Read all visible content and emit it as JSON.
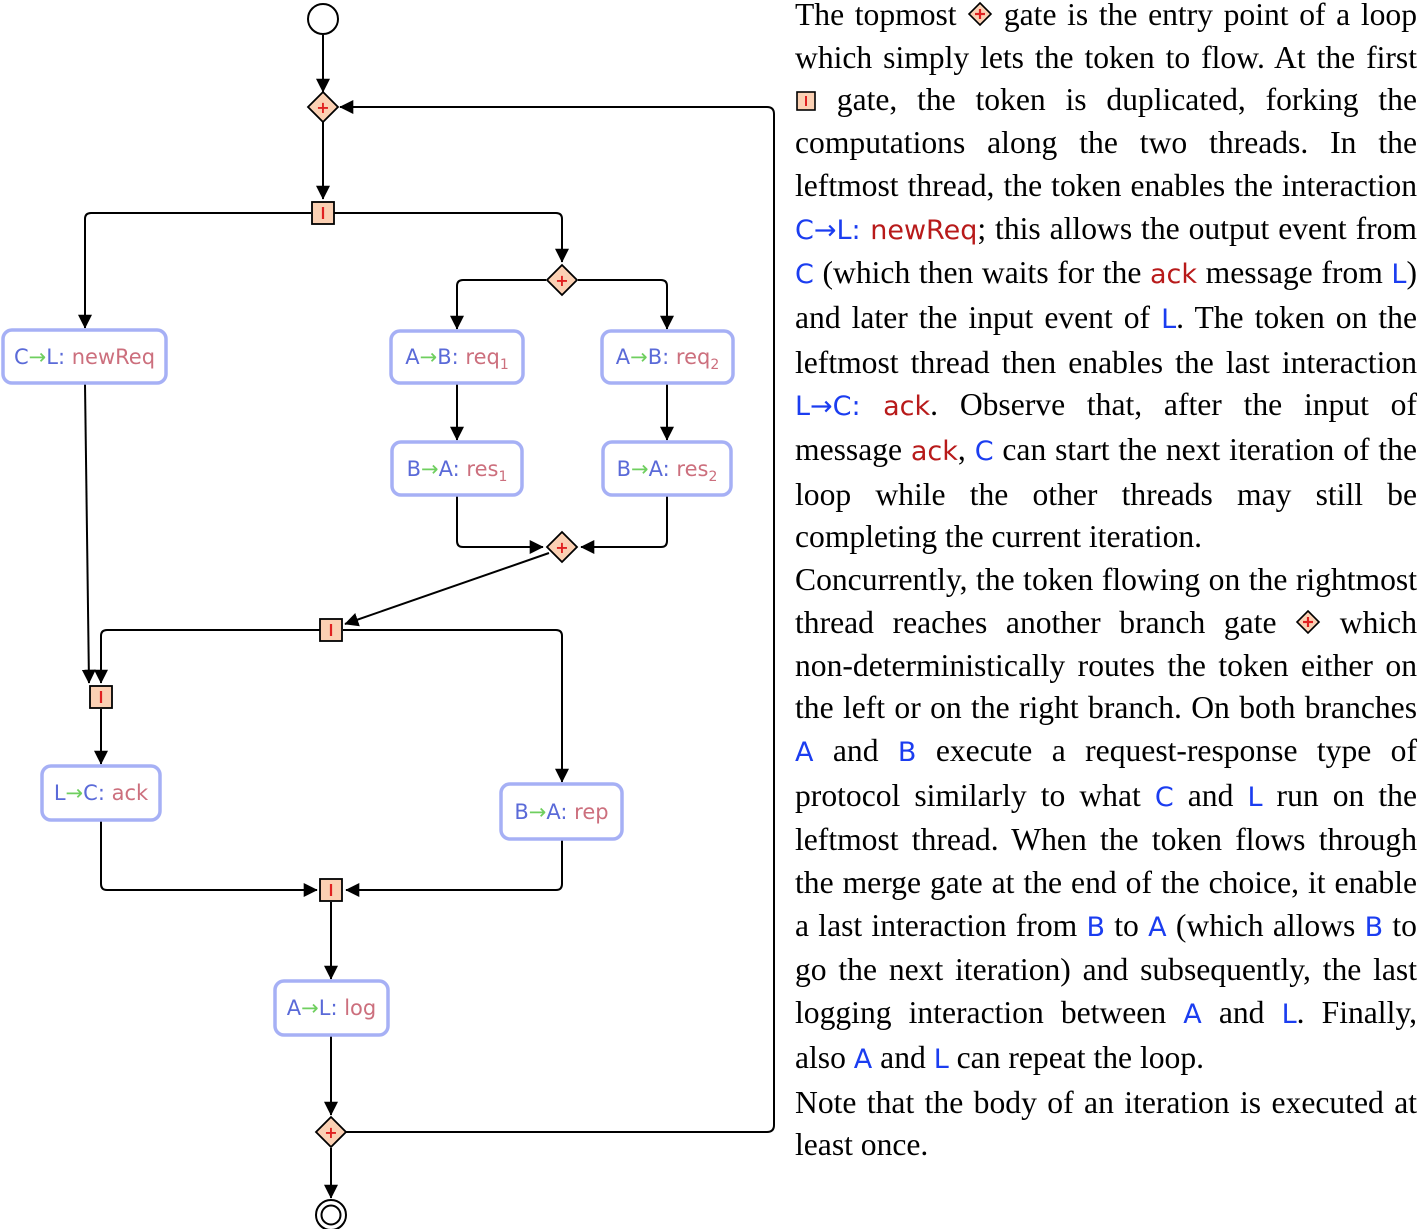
{
  "diagram": {
    "start_node": "start",
    "end_node": "end",
    "gate_symbols": {
      "xor": "+",
      "and": "I"
    },
    "arrow_glyph": "→",
    "interactions": {
      "c_l_newreq": {
        "from": "C",
        "to": "L",
        "msg": "newReq",
        "sub": ""
      },
      "a_b_req1": {
        "from": "A",
        "to": "B",
        "msg": "req",
        "sub": "1"
      },
      "a_b_req2": {
        "from": "A",
        "to": "B",
        "msg": "req",
        "sub": "2"
      },
      "b_a_res1": {
        "from": "B",
        "to": "A",
        "msg": "res",
        "sub": "1"
      },
      "b_a_res2": {
        "from": "B",
        "to": "A",
        "msg": "res",
        "sub": "2"
      },
      "l_c_ack": {
        "from": "L",
        "to": "C",
        "msg": "ack",
        "sub": ""
      },
      "b_a_rep": {
        "from": "B",
        "to": "A",
        "msg": "rep",
        "sub": ""
      },
      "a_l_log": {
        "from": "A",
        "to": "L",
        "msg": "log",
        "sub": ""
      }
    },
    "colors": {
      "participant": "#5a6ad8",
      "arrow": "#6fcf5f",
      "message": "#cc6f7d",
      "box_border": "#a6b0f5",
      "gate_fill": "#fbd0b3",
      "gate_mark": "#e02020"
    }
  },
  "text": {
    "p1": {
      "t1": "The topmost ",
      "t2": " gate is the entry point of a loop which simply lets the token to flow. At the first ",
      "t3": " gate, the token is duplicated, forking the computations along the two threads. In the leftmost thread, the token enables the interaction ",
      "i1_from": "C",
      "i1_arrow": "→",
      "i1_to": "L",
      "i1_colon": ": ",
      "i1_msg": "newReq",
      "t4": "; this allows the output event from ",
      "c1": "C",
      "t5": " (which then waits for the ",
      "ack1": "ack",
      "t6": " message from ",
      "l1": "L",
      "t7": ") and later the input event of ",
      "l2": "L",
      "t8": ". The token on the leftmost thread then enables the last interaction ",
      "i2_from": "L",
      "i2_arrow": "→",
      "i2_to": "C",
      "i2_colon": ": ",
      "i2_msg": "ack",
      "t9": ". Observe that, after the input of message ",
      "ack2": "ack",
      "t10": ", ",
      "c2": "C",
      "t11": " can start the next iteration of the loop while the other threads may still be completing the current iteration."
    },
    "p2": {
      "t1": "Concurrently, the token flowing on the rightmost thread reaches another branch gate ",
      "t2": " which non-deterministically routes the token either on the left or on the right branch. On both branches ",
      "a1": "A",
      "t3": " and ",
      "b1": "B",
      "t4": " execute a request-response type of protocol similarly to what ",
      "c1": "C",
      "t5": " and ",
      "l1": "L",
      "t6": " run on the leftmost thread. When the token flows through the merge gate at the end of the choice, it enable a last interaction from ",
      "b2": "B",
      "t7": " to ",
      "a2": "A",
      "t8": " (which allows ",
      "b3": "B",
      "t9": " to go the next iteration) and subsequently, the last logging interaction between ",
      "a3": "A",
      "t10": " and ",
      "l2": "L",
      "t11": ". Finally, also ",
      "a4": "A",
      "t12": " and ",
      "l3": "L",
      "t13": " can repeat the loop."
    },
    "p3": "Note that the body of an iteration is executed at least once."
  }
}
